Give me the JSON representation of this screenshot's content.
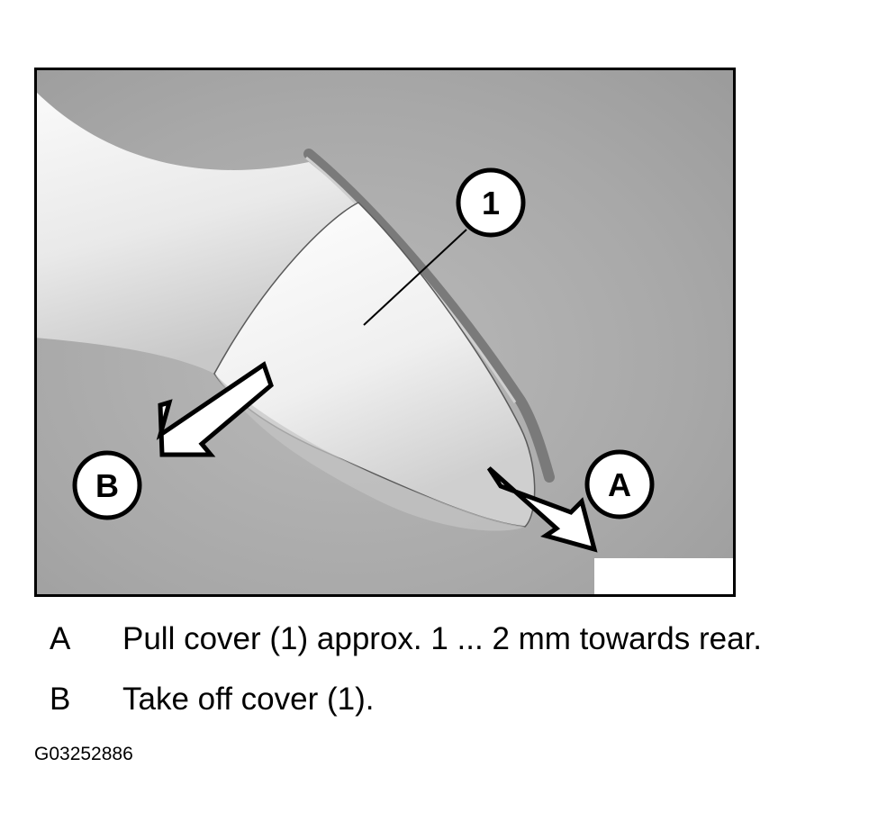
{
  "figure": {
    "callout_part": "1",
    "callout_a": "A",
    "callout_b": "B"
  },
  "legend": [
    {
      "key": "A",
      "text": "Pull cover (1) approx. 1 ... 2 mm towards rear."
    },
    {
      "key": "B",
      "text": "Take off cover (1)."
    }
  ],
  "figure_id": "G03252886",
  "colors": {
    "background_gray": "#a8a8a8",
    "part_white": "#f2f2f2",
    "frame_black": "#000000"
  }
}
